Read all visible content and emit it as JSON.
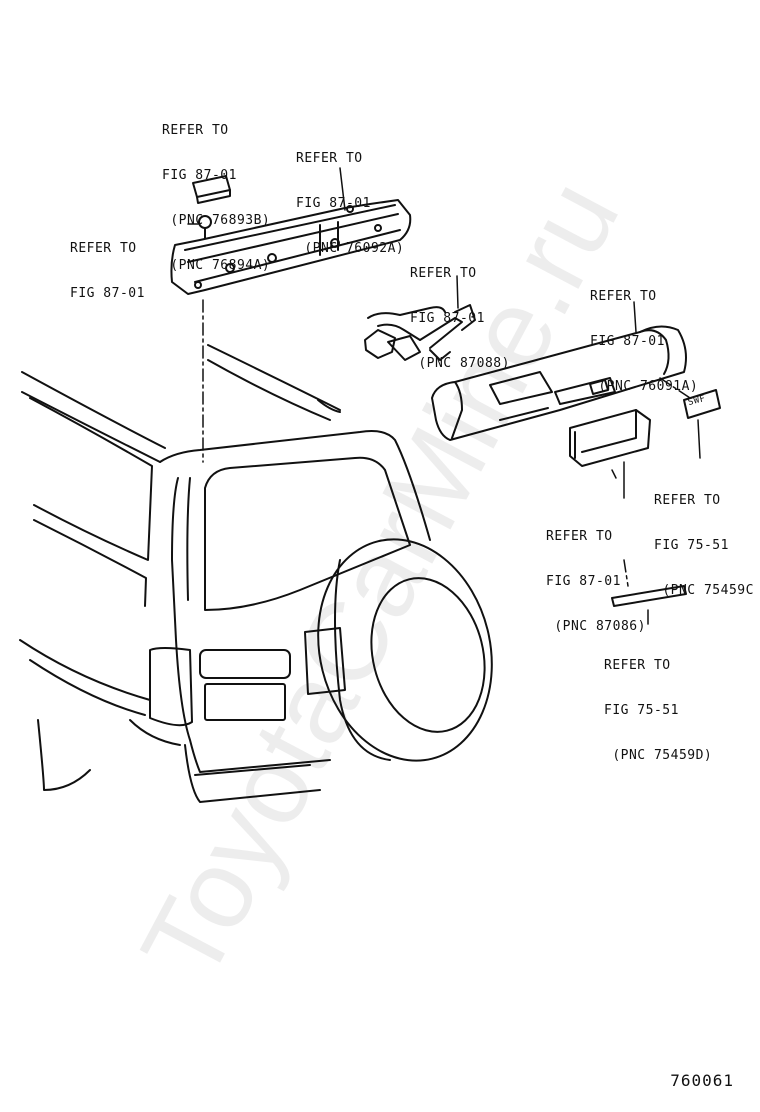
{
  "labels": {
    "spoiler_clip": [
      "REFER TO",
      "FIG 87-01",
      " (PNC 76893B)",
      " (PNC 76894A)"
    ],
    "spoiler_upper": [
      "REFER TO",
      "FIG 87-01",
      " (PNC 76092A)"
    ],
    "bolt": [
      "REFER TO",
      "FIG 87-01"
    ],
    "wiring": [
      "REFER TO",
      "FIG 87-01",
      " (PNC 87088)"
    ],
    "spoiler_lower": [
      "REFER TO",
      "FIG 87-01",
      " (PNC 76091A)"
    ],
    "emblem": [
      "REFER TO",
      "FIG 75-51",
      " (PNC 75459C"
    ],
    "stop_lamp": [
      "REFER TO",
      "FIG 87-01",
      " (PNC 87086)"
    ],
    "nameplate": [
      "REFER TO",
      "FIG 75-51",
      " (PNC 75459D)"
    ]
  },
  "emblem_text": "SWF",
  "watermark": "ToyotaCarMine.ru",
  "figure_code": "760061"
}
